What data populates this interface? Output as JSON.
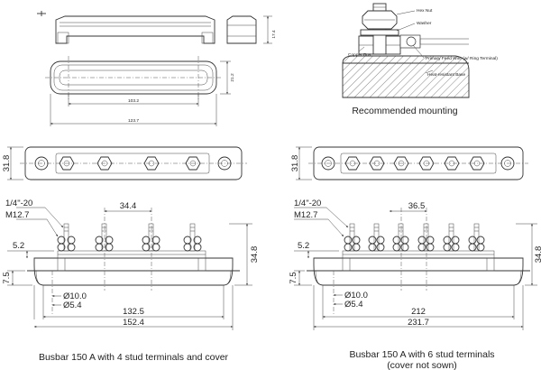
{
  "colors": {
    "line": "#333333",
    "text": "#222222",
    "background": "#ffffff"
  },
  "cover_drawing": {
    "dim_height": "17.4",
    "dim_width": "21.2",
    "dim_inner_length": "103.2",
    "dim_total_length": "123.7"
  },
  "mounting": {
    "labels": {
      "hex_nut": "Hex Nut",
      "washer": "Washer",
      "copper_bus": "Copper Bus",
      "primary_feed_wire": "Primary Feed Wire (w/ Ring Terminal)",
      "heat_resistant_base": "Heat-resistant Base"
    },
    "caption": "Recommended mounting"
  },
  "busbar_4": {
    "top_height": "31.8",
    "thread_spec": "1/4\"-20",
    "nut_spec": "M12.7",
    "stud_pitch": "34.4",
    "side_height": "34.8",
    "side_step": "5.2",
    "base_height": "7.5",
    "hole_outer": "Ø10.0",
    "hole_inner": "Ø5.4",
    "inner_length": "132.5",
    "total_length": "152.4",
    "caption_line1": "Busbar 150 A with 4 stud terminals and cover"
  },
  "busbar_6": {
    "top_height": "31.8",
    "thread_spec": "1/4\"-20",
    "nut_spec": "M12.7",
    "stud_pitch": "36.5",
    "side_height": "34.8",
    "side_step": "5.2",
    "base_height": "7.5",
    "hole_outer": "Ø10.0",
    "hole_inner": "Ø5.4",
    "inner_length": "212",
    "total_length": "231.7",
    "caption_line1": "Busbar 150 A with 6 stud terminals",
    "caption_line2": "(cover not sown)"
  }
}
